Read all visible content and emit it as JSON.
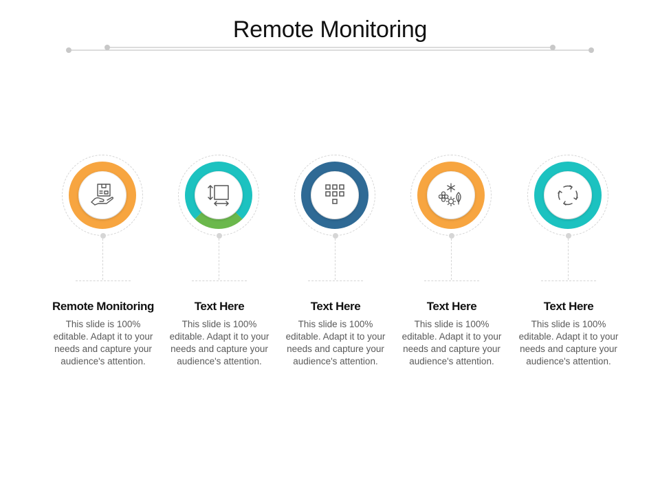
{
  "title": "Remote Monitoring",
  "colors": {
    "orange": "#F7A540",
    "teal": "#1CC2C0",
    "navy": "#2F6A95",
    "green": "#6BB84C"
  },
  "items": [
    {
      "heading": "Remote Monitoring",
      "text": "This slide is 100% editable. Adapt it to your needs and capture your audience's attention.",
      "color": "#F7A540",
      "icon": "hand-box-icon"
    },
    {
      "heading": "Text Here",
      "text": "This slide is 100% editable. Adapt it to your needs and capture your audience's attention.",
      "color": "#1CC2C0",
      "icon": "resize-icon"
    },
    {
      "heading": "Text Here",
      "text": "This slide is 100% editable. Adapt it to your needs and capture your audience's attention.",
      "color": "#2F6A95",
      "icon": "keypad-icon"
    },
    {
      "heading": "Text Here",
      "text": "This slide is 100% editable. Adapt it to your needs and capture your audience's attention.",
      "color": "#F7A540",
      "icon": "seasons-icon"
    },
    {
      "heading": "Text Here",
      "text": "This slide is 100% editable. Adapt it to your needs and capture your audience's attention.",
      "color": "#1CC2C0",
      "icon": "refresh-cycle-icon"
    }
  ]
}
